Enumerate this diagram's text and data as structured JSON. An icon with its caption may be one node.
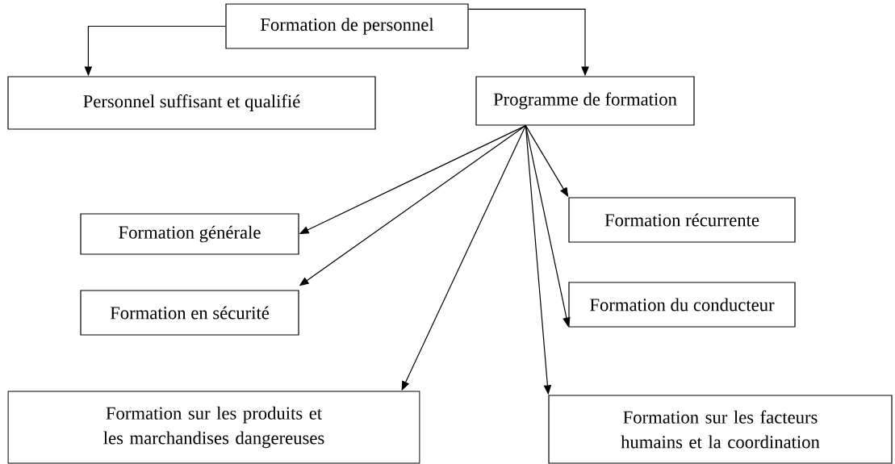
{
  "diagram": {
    "nodes": [
      {
        "text": [
          "Formation de personnel"
        ]
      },
      {
        "text": [
          "Personnel suffisant et qualifié"
        ]
      },
      {
        "text": [
          "Programme de formation"
        ]
      },
      {
        "text": [
          "Formation générale"
        ]
      },
      {
        "text": [
          "Formation récurrente"
        ]
      },
      {
        "text": [
          "Formation en sécurité"
        ]
      },
      {
        "text": [
          "Formation du conducteur"
        ]
      },
      {
        "text": [
          "Formation sur les produits et les marchandises dangereuses"
        ]
      },
      {
        "text": [
          "Formation sur les facteurs humains et la coordination"
        ]
      }
    ],
    "edges": [
      {
        "from": 0,
        "to": 1,
        "arrow": "to"
      },
      {
        "from": 0,
        "to": 2,
        "arrow": "to"
      },
      {
        "from": 2,
        "to": 3,
        "arrow": "to"
      },
      {
        "from": 2,
        "to": 4,
        "arrow": "to"
      },
      {
        "from": 2,
        "to": 5,
        "arrow": "to"
      },
      {
        "from": 2,
        "to": 6,
        "arrow": "to"
      },
      {
        "from": 2,
        "to": 7,
        "arrow": "to"
      },
      {
        "from": 2,
        "to": 8,
        "arrow": "to"
      }
    ]
  }
}
